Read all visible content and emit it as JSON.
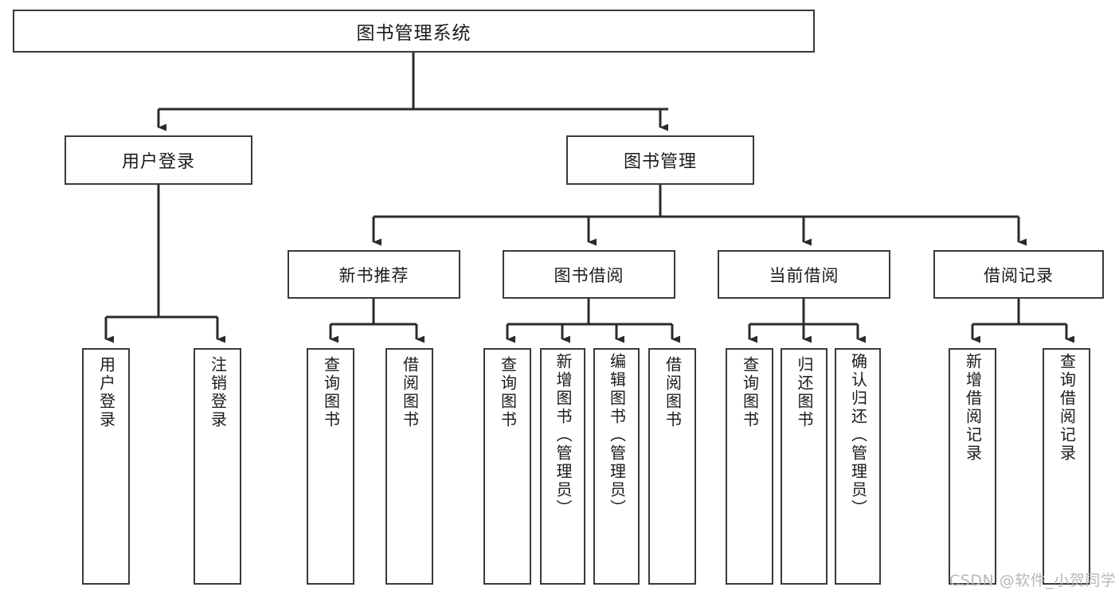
{
  "diagram": {
    "title": "图书管理系统",
    "type": "功能结构图",
    "watermark": "CSDN @软件_小贺同学",
    "colors": {
      "box_border": "#3a3a3a",
      "box_fill": "#ffffff",
      "connector": "#2b2b2b",
      "text": "#1b1b1b",
      "watermark": "#b8b8b8",
      "background": "#ffffff"
    },
    "root": {
      "label": "图书管理系统"
    },
    "level2": [
      {
        "label": "用户登录"
      },
      {
        "label": "图书管理"
      }
    ],
    "level3": [
      {
        "label": "新书推荐",
        "parent": "图书管理"
      },
      {
        "label": "图书借阅",
        "parent": "图书管理"
      },
      {
        "label": "当前借阅",
        "parent": "图书管理"
      },
      {
        "label": "借阅记录",
        "parent": "图书管理"
      }
    ],
    "leaves": {
      "user_login": [
        {
          "label": "用户登录"
        },
        {
          "label": "注销登录"
        }
      ],
      "new_book_recommend": [
        {
          "label": "查询图书"
        },
        {
          "label": "借阅图书"
        }
      ],
      "book_borrow": [
        {
          "label": "查询图书"
        },
        {
          "label": "新增图书（管理员）"
        },
        {
          "label": "编辑图书（管理员）"
        },
        {
          "label": "借阅图书"
        }
      ],
      "current_borrow": [
        {
          "label": "查询图书"
        },
        {
          "label": "归还图书"
        },
        {
          "label": "确认归还（管理员）"
        }
      ],
      "borrow_record": [
        {
          "label": "新增借阅记录"
        },
        {
          "label": "查询借阅记录"
        }
      ]
    }
  }
}
